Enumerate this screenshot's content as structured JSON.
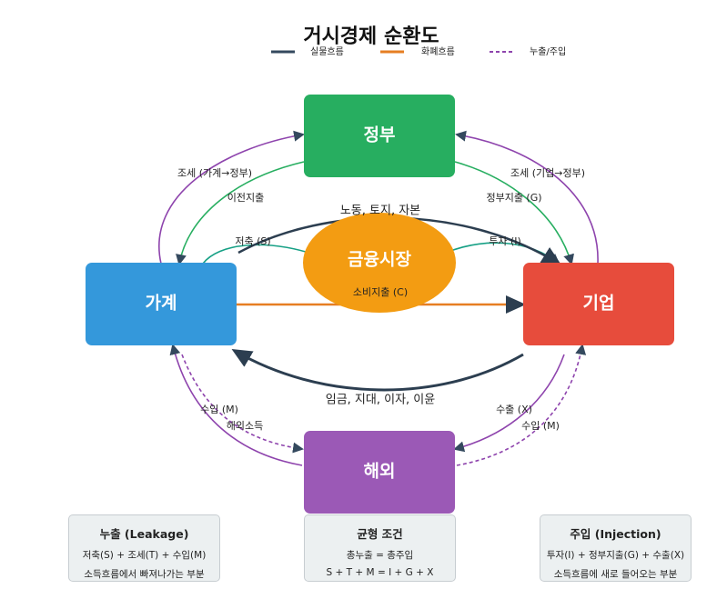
{
  "title": "거시경제 순환도",
  "legend": [
    {
      "label": "실물흐름",
      "color": "#34495e",
      "style": "solid"
    },
    {
      "label": "화폐흐름",
      "color": "#e67e22",
      "style": "solid"
    },
    {
      "label": "누출/주입",
      "color": "#8e44ad",
      "style": "dashed"
    }
  ],
  "nodes": {
    "government": {
      "label": "정부",
      "color": "#27ae60"
    },
    "household": {
      "label": "가계",
      "color": "#3498db"
    },
    "firm": {
      "label": "기업",
      "color": "#e74c3c"
    },
    "foreign": {
      "label": "해외",
      "color": "#9b59b6"
    },
    "financial_market": {
      "label": "금융시장",
      "color": "#f39c12"
    }
  },
  "flows": {
    "tax_household": "조세 (가계→정부)",
    "transfer": "이전지출",
    "tax_firm": "조세 (기업→정부)",
    "gov_spending": "정부지출 (G)",
    "labor": "노동, 토지, 자본",
    "saving": "저축 (S)",
    "investment": "투자 (I)",
    "consumption": "소비지출 (C)",
    "wages": "임금, 지대, 이자, 이윤",
    "import_household": "수입 (M)",
    "foreign_income": "해외소득",
    "export": "수출 (X)",
    "import_firm": "수입 (M)"
  },
  "info_boxes": {
    "leakage": {
      "title": "누출 (Leakage)",
      "lines": [
        "저축(S) + 조세(T) + 수입(M)",
        "소득흐름에서 빠져나가는 부분"
      ]
    },
    "balance": {
      "title": "균형 조건",
      "lines": [
        "총누출 = 총주입",
        "S + T + M = I + G + X"
      ]
    },
    "injection": {
      "title": "주입 (Injection)",
      "lines": [
        "투자(I) + 정부지출(G) + 수출(X)",
        "소득흐름에 새로 들어오는 부분"
      ]
    }
  }
}
